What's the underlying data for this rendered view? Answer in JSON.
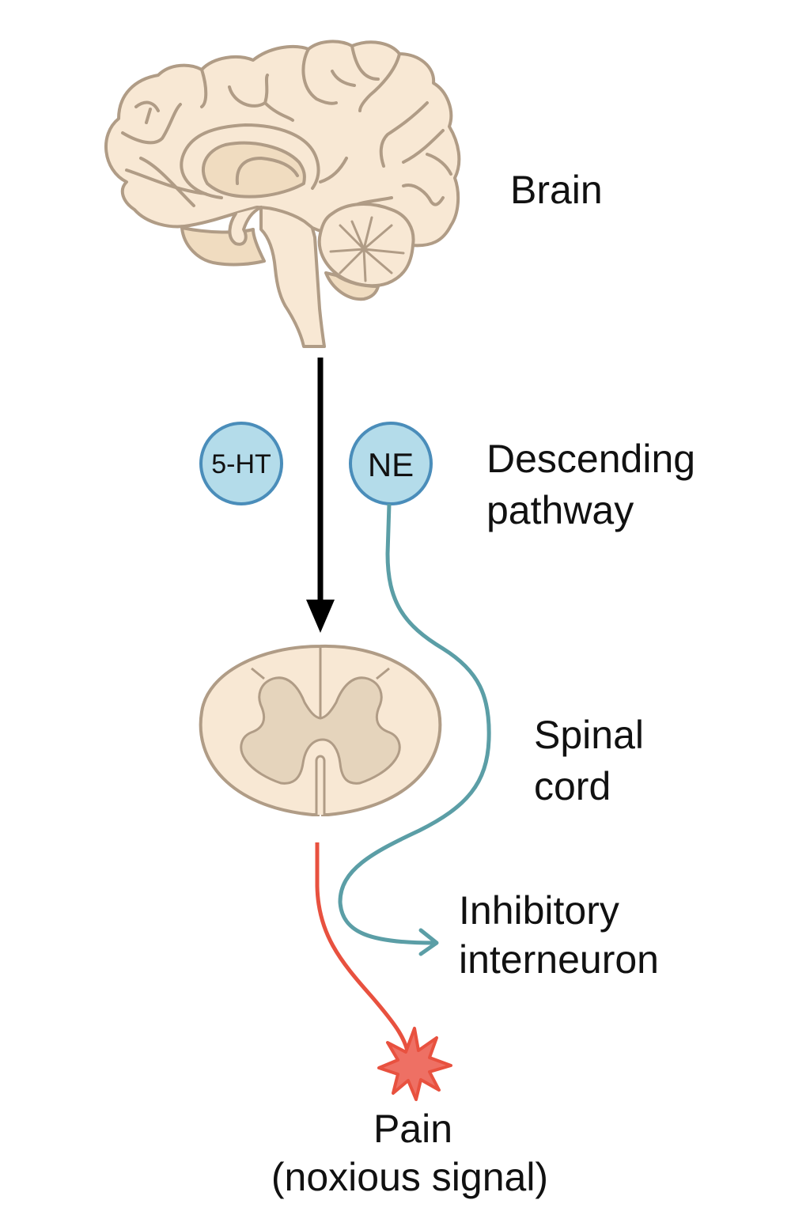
{
  "title": "Descending pain modulation pathway",
  "labels": {
    "brain": "Brain",
    "descending_line1": "Descending",
    "descending_line2": "pathway",
    "spinal_line1": "Spinal",
    "spinal_line2": "cord",
    "inhibitory_line1": "Inhibitory",
    "inhibitory_line2": "interneuron",
    "pain_line1": "Pain",
    "pain_line2": "(noxious signal)"
  },
  "neurotransmitters": [
    {
      "id": "serotonin",
      "label": "5-HT"
    },
    {
      "id": "norepinephrine",
      "label": "NE"
    }
  ],
  "colors": {
    "brain_fill": "#F8E8D4",
    "brain_inner": "#F0DCC0",
    "brain_stroke": "#B09C86",
    "gray_matter": "#E5D4BC",
    "circle_fill": "#B4DCEA",
    "circle_stroke": "#4A8DBA",
    "ne_path": "#5B9EA6",
    "pain_path": "#E8513F",
    "star_fill": "#EE7064",
    "arrow": "#000000"
  },
  "icons": {
    "brain": "brain-icon",
    "spinal_cord": "spinal-cord-cross-section-icon",
    "pain": "starburst-icon"
  }
}
